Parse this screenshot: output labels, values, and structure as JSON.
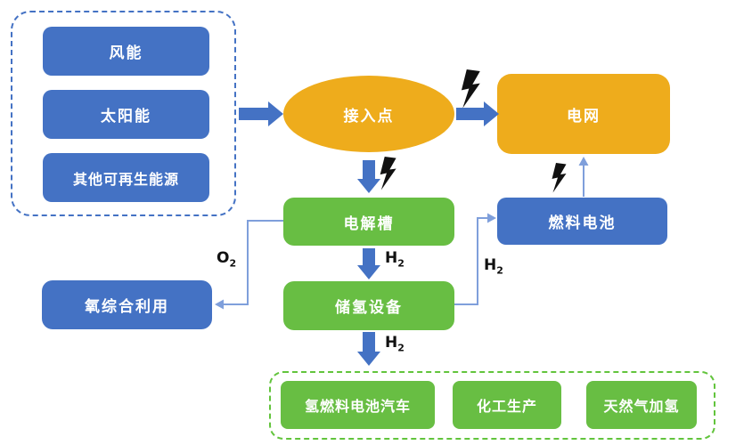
{
  "colors": {
    "blue": "#4472C4",
    "orange": "#EEAC1C",
    "green": "#68BE43",
    "green-dash": "#62C43C",
    "connector": "#7F9FDB",
    "lightning": "#111111"
  },
  "sources_group": {
    "items": [
      {
        "label": "风能"
      },
      {
        "label": "太阳能"
      },
      {
        "label": "其他可再生能源"
      }
    ]
  },
  "nodes": {
    "access_point": "接入点",
    "grid": "电网",
    "electrolyzer": "电解槽",
    "hydrogen_storage": "储氢设备",
    "fuel_cell": "燃料电池",
    "oxygen_utilization": "氧综合利用"
  },
  "applications_group": {
    "items": [
      {
        "label": "氢燃料电池汽车"
      },
      {
        "label": "化工生产"
      },
      {
        "label": "天然气加氢"
      }
    ]
  },
  "flow_labels": {
    "o2_to_oxygen_use": {
      "base": "O",
      "sub": "2"
    },
    "h2_to_storage": {
      "base": "H",
      "sub": "2"
    },
    "h2_to_fuel_cell": {
      "base": "H",
      "sub": "2"
    },
    "h2_to_applications": {
      "base": "H",
      "sub": "2"
    }
  }
}
